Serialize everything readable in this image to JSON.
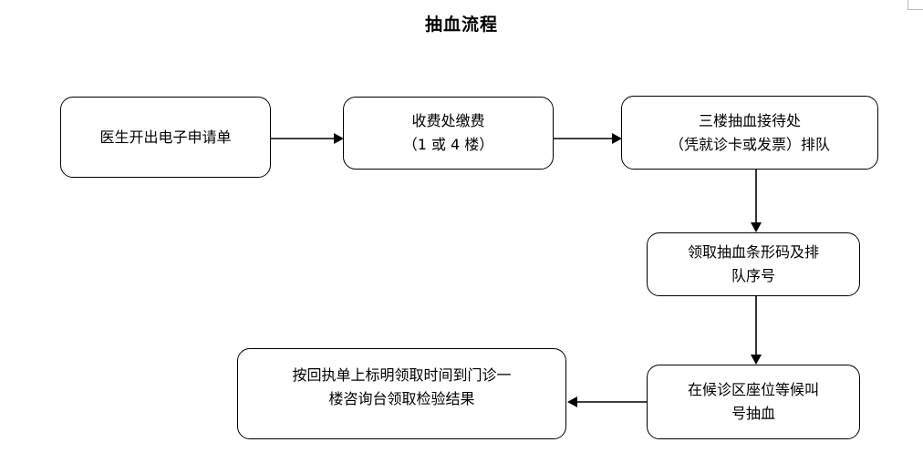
{
  "page": {
    "title": "抽血流程",
    "background_color": "#ffffff",
    "line_color": "#000000",
    "corner_mark_color": "#b8b8b8"
  },
  "chart_data": {
    "type": "diagram",
    "title": "抽血流程",
    "nodes": [
      {
        "id": "n1",
        "label": "医生开出电子申请单"
      },
      {
        "id": "n2",
        "label": "收费处缴费\n（1 或 4 楼）"
      },
      {
        "id": "n3",
        "label": "三楼抽血接待处\n（凭就诊卡或发票）排队"
      },
      {
        "id": "n4",
        "label": "领取抽血条形码及排\n队序号"
      },
      {
        "id": "n5",
        "label": "在候诊区座位等候叫\n号抽血"
      },
      {
        "id": "n6",
        "label": "按回执单上标明领取时间到门诊一\n楼咨询台领取检验结果"
      }
    ],
    "edges": [
      {
        "from": "n1",
        "to": "n2",
        "direction": "right"
      },
      {
        "from": "n2",
        "to": "n3",
        "direction": "right"
      },
      {
        "from": "n3",
        "to": "n4",
        "direction": "down"
      },
      {
        "from": "n4",
        "to": "n5",
        "direction": "down"
      },
      {
        "from": "n5",
        "to": "n6",
        "direction": "left"
      }
    ]
  }
}
